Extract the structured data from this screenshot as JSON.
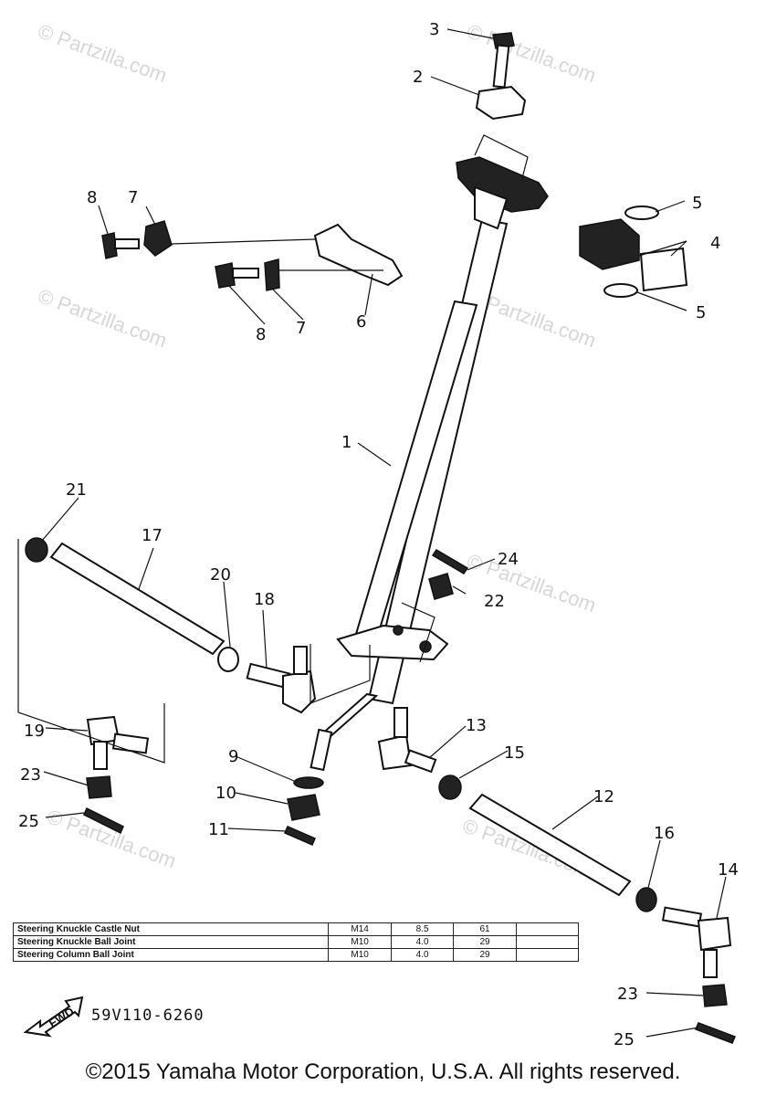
{
  "watermark": "© Partzilla.com",
  "callouts": [
    "1",
    "2",
    "3",
    "4",
    "5",
    "6",
    "7",
    "8",
    "9",
    "10",
    "11",
    "12",
    "13",
    "14",
    "15",
    "16",
    "17",
    "18",
    "19",
    "20",
    "21",
    "22",
    "23",
    "24",
    "25"
  ],
  "torque_table": {
    "rows": [
      {
        "name": "Steering Knuckle Castle Nut",
        "size": "M14",
        "nm": "8.5",
        "ftlb": "61"
      },
      {
        "name": "Steering Knuckle Ball Joint",
        "size": "M10",
        "nm": "4.0",
        "ftlb": "29"
      },
      {
        "name": "Steering Column Ball Joint",
        "size": "M10",
        "nm": "4.0",
        "ftlb": "29"
      }
    ]
  },
  "fwd_label": "FWD",
  "diagram_code": "59V110-6260",
  "copyright": "©2015 Yamaha Motor Corporation, U.S.A. All rights reserved."
}
